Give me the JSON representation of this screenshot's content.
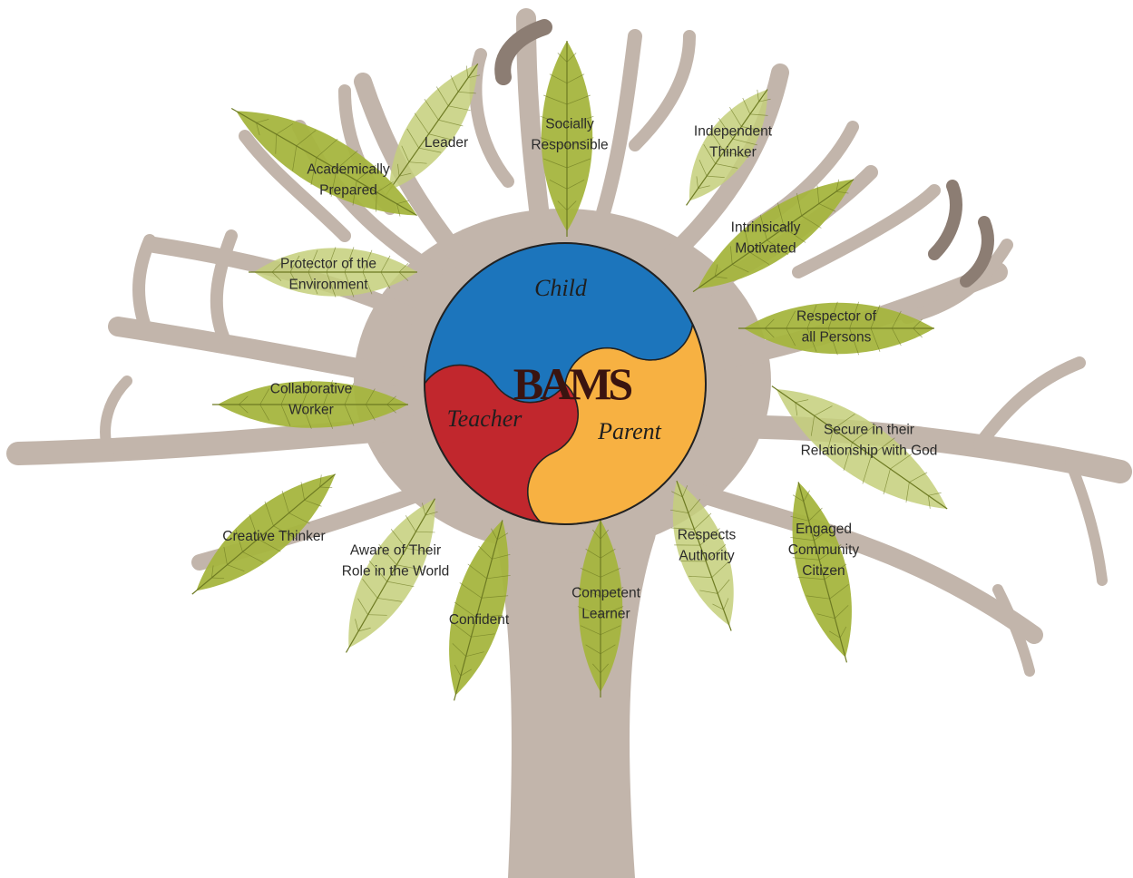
{
  "center": {
    "logo": "BAMS",
    "segments": [
      {
        "id": "child",
        "label": "Child",
        "color": "#1c75bc"
      },
      {
        "id": "teacher",
        "label": "Teacher",
        "color": "#c1272d"
      },
      {
        "id": "parent",
        "label": "Parent",
        "color": "#f7b142"
      }
    ]
  },
  "leaves": [
    {
      "id": "leader",
      "lines": [
        "Leader"
      ]
    },
    {
      "id": "socially-responsible",
      "lines": [
        "Socially",
        "Responsible"
      ]
    },
    {
      "id": "independent-thinker",
      "lines": [
        "Independent",
        "Thinker"
      ]
    },
    {
      "id": "academically-prepared",
      "lines": [
        "Academically",
        "Prepared"
      ]
    },
    {
      "id": "intrinsically-motivated",
      "lines": [
        "Intrinsically",
        "Motivated"
      ]
    },
    {
      "id": "protector-of-the-environment",
      "lines": [
        "Protector of the",
        "Environment"
      ]
    },
    {
      "id": "respector-of-all-persons",
      "lines": [
        "Respector of",
        "all Persons"
      ]
    },
    {
      "id": "collaborative-worker",
      "lines": [
        "Collaborative",
        "Worker"
      ]
    },
    {
      "id": "secure-in-their-relationship",
      "lines": [
        "Secure in their",
        "Relationship with God"
      ]
    },
    {
      "id": "creative-thinker",
      "lines": [
        "Creative Thinker"
      ]
    },
    {
      "id": "aware-of-their-role",
      "lines": [
        "Aware of Their",
        "Role in the World"
      ]
    },
    {
      "id": "confident",
      "lines": [
        "Confident"
      ]
    },
    {
      "id": "competent-learner",
      "lines": [
        "Competent",
        "Learner"
      ]
    },
    {
      "id": "respects-authority",
      "lines": [
        "Respects",
        "Authority"
      ]
    },
    {
      "id": "engaged-community-citizen",
      "lines": [
        "Engaged",
        "Community",
        "Citizen"
      ]
    }
  ],
  "colors": {
    "tree": "#c2b5ab",
    "tree_dark": "#8c7d73",
    "leaf": "#a5b53e",
    "leaf_light": "#c4cf7a",
    "leaf_vein": "#6d7a22",
    "outline": "#222222"
  }
}
